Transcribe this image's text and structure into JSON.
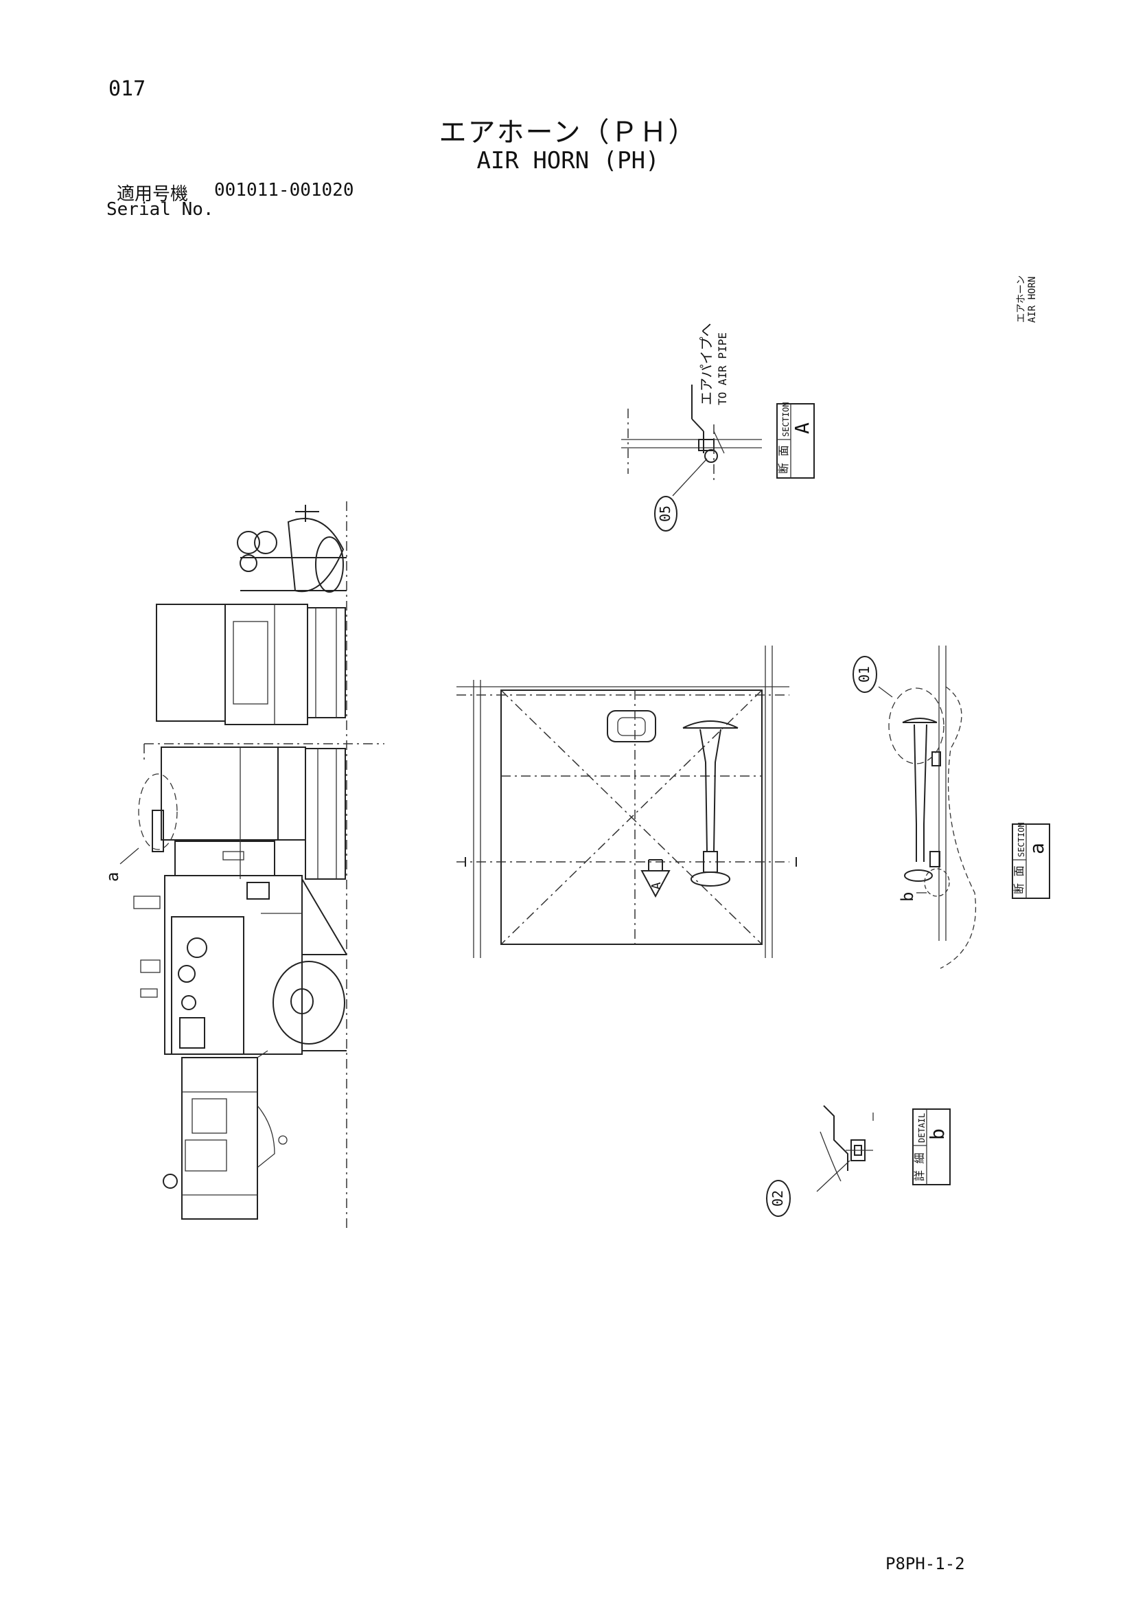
{
  "header": {
    "page_number": "017",
    "title_ja": "エアホーン（ＰＨ）",
    "title_en": "AIR HORN (PH)",
    "serial_label_ja": "適用号機",
    "serial_range": "001011-001020",
    "serial_label_en": "Serial No."
  },
  "side_tag": {
    "ja": "エアホーン",
    "en": "AIR HORN"
  },
  "callouts": {
    "to_air_pipe_ja": "エアパイプへ",
    "to_air_pipe_en": "TO AIR PIPE",
    "part_05": "05",
    "part_01": "01",
    "part_02": "02",
    "marker_a": "a",
    "marker_b": "b",
    "arrow_a": "A"
  },
  "section_boxes": {
    "section_A": {
      "ja": "断 面",
      "en": "SECTION",
      "letter": "A"
    },
    "section_a": {
      "ja": "断 面",
      "en": "SECTION",
      "letter": "a"
    },
    "detail_b": {
      "ja": "詳 細",
      "en": "DETAIL",
      "letter": "b"
    }
  },
  "footer": {
    "drawing_code": "P8PH-1-2"
  }
}
